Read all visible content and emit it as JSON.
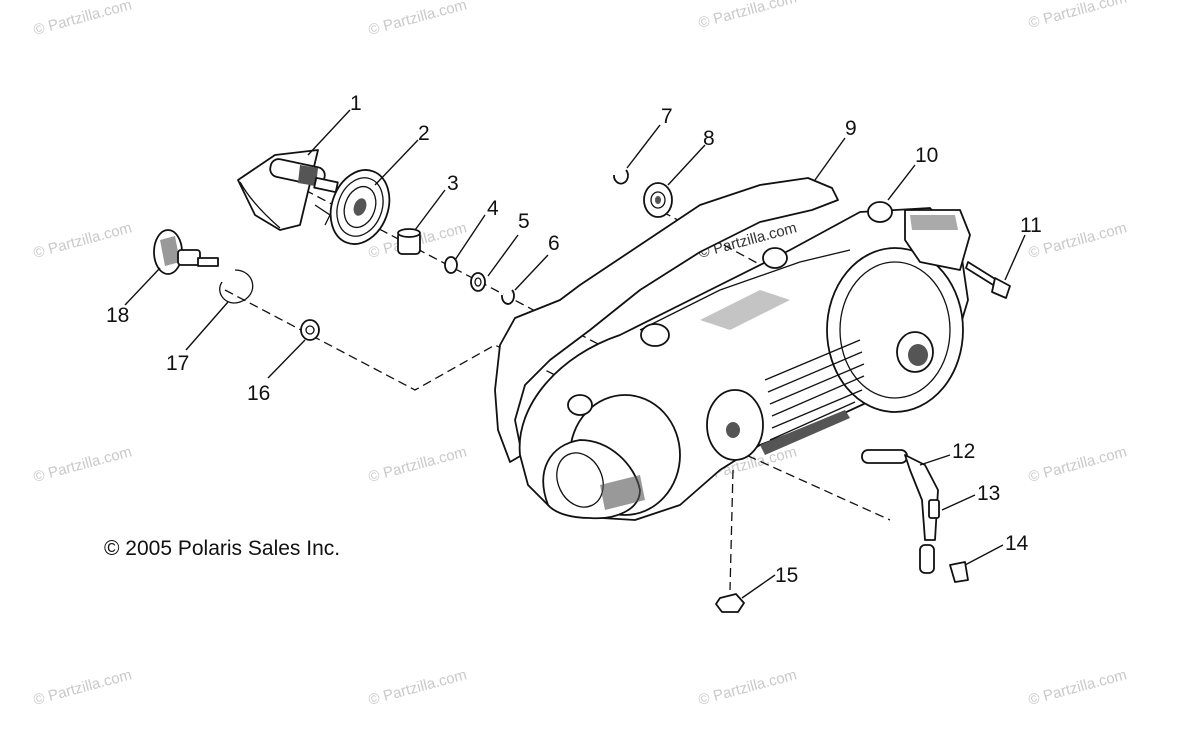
{
  "copyright": "© 2005 Polaris Sales Inc.",
  "watermark": "© Partzilla.com",
  "callouts": [
    {
      "number": "1"
    },
    {
      "number": "2"
    },
    {
      "number": "3"
    },
    {
      "number": "4"
    },
    {
      "number": "5"
    },
    {
      "number": "6"
    },
    {
      "number": "7"
    },
    {
      "number": "8"
    },
    {
      "number": "9"
    },
    {
      "number": "10"
    },
    {
      "number": "11"
    },
    {
      "number": "12"
    },
    {
      "number": "13"
    },
    {
      "number": "14"
    },
    {
      "number": "15"
    },
    {
      "number": "16"
    },
    {
      "number": "17"
    },
    {
      "number": "18"
    }
  ]
}
